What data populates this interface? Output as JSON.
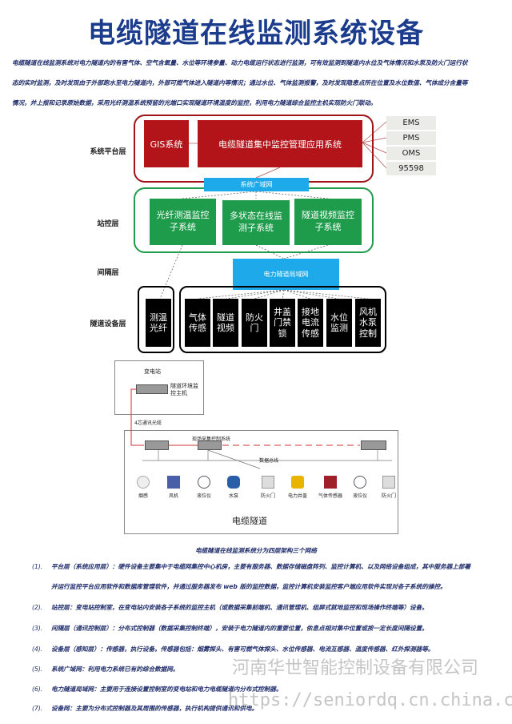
{
  "title": "电缆隧道在线监测系统设备",
  "intro": [
    "电缆隧道在线监测系统对电力隧道内的有害气体、空气含氧量、水位等环境参量、动力电缆运行状态进行监测，可有效监测到隧道内水位及气体情况和水泵及防火门运行状",
    "态的实时监测，及时发现由于外部跑水至电力隧道内，外部可燃气体进入隧道内等情况；通过水位、气体监测报警，及时发现隐患点所在位置及水位数值、气体成分含量等",
    "情况，并上报和记录原始数据，采用光纤测温系统预留的光端口实现隧道环境温度的监控，利用电力隧道综合监控主机实现防火门联动。"
  ],
  "layers": {
    "platform": "系统平台层",
    "station": "站控层",
    "bay": "间隔层",
    "device": "隧道设备层"
  },
  "platform": {
    "gis": "GIS系统",
    "main": "电缆隧道集中监控管理应用系统",
    "external": [
      "EMS",
      "PMS",
      "OMS",
      "95598"
    ]
  },
  "wan": "系统广域网",
  "station": [
    "光纤测温监控子系统",
    "多状态在线监测子系统",
    "隧道视频监控子系统"
  ],
  "lan": "电力隧道局域网",
  "fiber": "测温光纤",
  "devices": [
    "气体传感",
    "隧道视频",
    "防火门",
    "井盖门禁锁",
    "接地电流传感",
    "水位监测",
    "风机水泵控制"
  ],
  "topology": {
    "substation": "变电站",
    "host": "隧道环境监控主机",
    "cable": "4芯通讯光缆",
    "field": "现场采集控制系统",
    "bus": "数据总线",
    "tunnel": "电缆隧道",
    "sensors": [
      "烟感",
      "风机",
      "液位仪",
      "水泵",
      "防火门",
      "电力井盖",
      "气体传感器",
      "液位仪",
      "防火门"
    ]
  },
  "caption": "电缆隧道在线监测系统分为四层架构三个网络",
  "list": [
    {
      "n": "(1).",
      "t": "平台层（系统应用层）：硬件设备主要集中于电缆网集控中心机房，主要有服务器、数据存储磁盘阵列、监控计算机、以及网络设备组成，其中服务器上部署"
    },
    {
      "n": "",
      "t": "并运行监控平台应用软件和数据库管理软件，并通过服务器发布 web 版的监控数据，监控计算机安装监控客户端应用软件实现对各子系统的操控。"
    },
    {
      "n": "(2).",
      "t": "站控层：变电站控制室，在变电站内安装各子系统的监控主机（或数据采集前端机、通讯管理机、组屏式就地监控和现场操作终端等）设备。"
    },
    {
      "n": "(3).",
      "t": "间隔层（通讯控制层）：分布式控制器（数据采集控制终端），安装于电力隧道内的重要位置，依息点相对集中位置或按一定长度间隔设置。"
    },
    {
      "n": "(4).",
      "t": "设备层（感知层）：传感器，执行设备。传感器包括：烟雾探头、有害可燃气体探头、水位传感器、电流互感器、温度传感器、红外探测器等。"
    },
    {
      "n": "(5).",
      "t": "系统广域网：利用电力系统已有的综合数据网。"
    },
    {
      "n": "(6).",
      "t": "电力隧道局域网：主要用于连接设置控制室的变电站和电力电缆隧道内分布式控制器。"
    },
    {
      "n": "(7).",
      "t": "设备网：主要为分布式控制器及其周围的传感器，执行机构提供通讯和供电。"
    }
  ],
  "watermark": {
    "company": "河南华世智能控制设备有限公司",
    "url": "https://seniordq.cn.china.cn"
  }
}
